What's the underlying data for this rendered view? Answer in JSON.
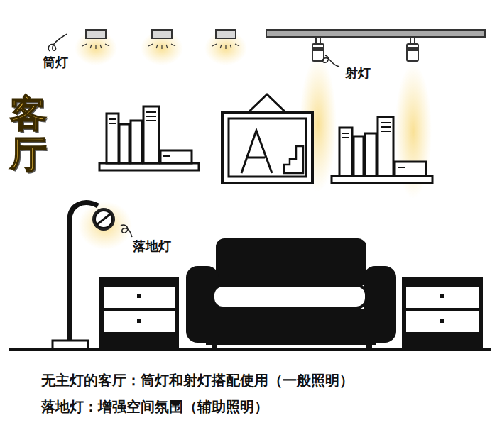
{
  "diagram": {
    "title": "客厅",
    "labels": [
      "筒灯",
      "射灯",
      "落地灯",
      "无主灯的客厅：筒灯和射灯搭配使用（一般照明）",
      "落地灯：增强空间氛围（辅助照明）"
    ]
  }
}
